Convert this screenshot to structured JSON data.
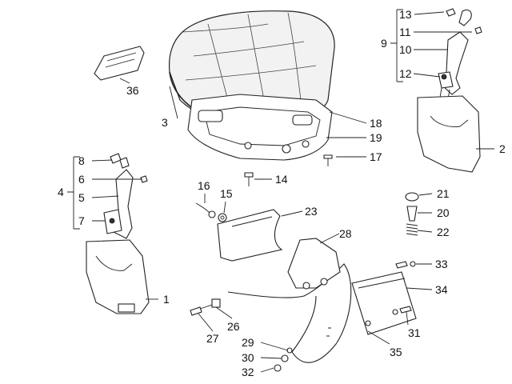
{
  "diagram": {
    "callouts": [
      "1",
      "2",
      "3",
      "4",
      "5",
      "6",
      "7",
      "8",
      "9",
      "10",
      "11",
      "12",
      "13",
      "14",
      "15",
      "16",
      "17",
      "18",
      "19",
      "20",
      "21",
      "22",
      "23",
      "26",
      "27",
      "28",
      "29",
      "30",
      "31",
      "32",
      "33",
      "34",
      "35",
      "36"
    ]
  }
}
